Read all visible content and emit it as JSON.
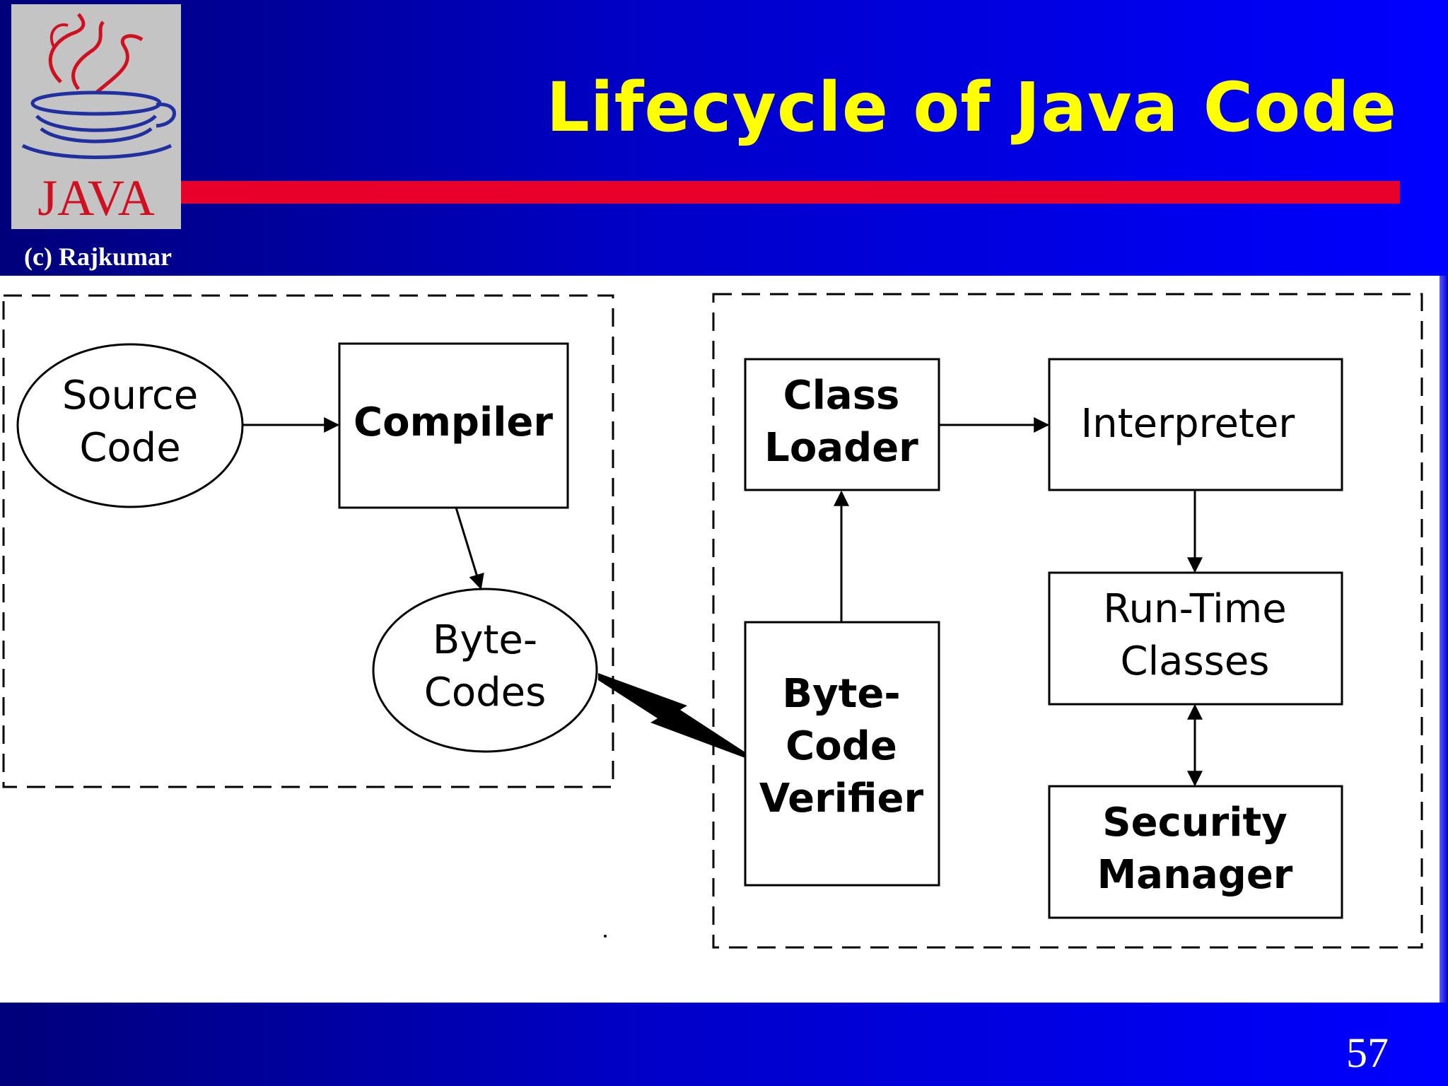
{
  "slide": {
    "title": "Lifecycle of Java Code",
    "copyright": "(c) Rajkumar",
    "page_number": "57",
    "logo_text": "JAVA",
    "logo_icon": "java-coffee-cup-icon"
  },
  "colors": {
    "header_blue": "#0000ff",
    "title_yellow": "#ffff00",
    "accent_red": "#e8002a",
    "logo_gray": "#c4c4c4"
  },
  "diagram": {
    "source_code": [
      "Source",
      "Code"
    ],
    "compiler": [
      "Compiler"
    ],
    "byte_codes": [
      "Byte-",
      "Codes"
    ],
    "class_loader": [
      "Class",
      "Loader"
    ],
    "interpreter": [
      "Interpreter"
    ],
    "run_time_classes": [
      "Run-Time",
      "Classes"
    ],
    "byte_code_verifier": [
      "Byte-",
      "Code",
      "Verifier"
    ],
    "security_manager": [
      "Security",
      "Manager"
    ]
  }
}
